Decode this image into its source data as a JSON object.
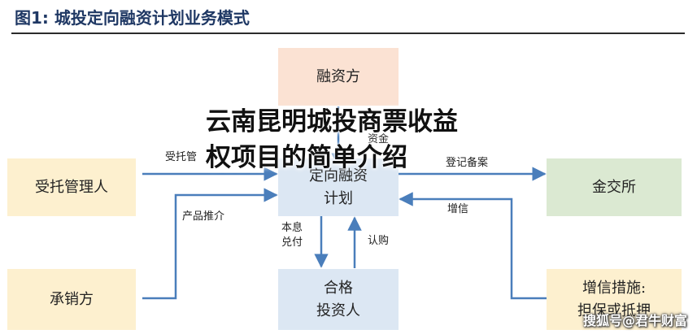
{
  "figure_title": "图1:  城投定向融资计划业务模式",
  "nodes": {
    "financier": "融资方",
    "trust_manager": "受托管理人",
    "plan_line1": "定向融资",
    "plan_line2": "计划",
    "exchange": "金交所",
    "underwriter": "承销方",
    "investor_line1": "合格",
    "investor_line2": "投资人",
    "credit_line1": "增信措施:",
    "credit_line2": "担保或抵押"
  },
  "edge_labels": {
    "funds": "资金",
    "entrusted": "受托管",
    "registration": "登记备案",
    "credit": "增信",
    "promotion": "产品推介",
    "principal_line1": "本息",
    "principal_line2": "兑付",
    "subscribe": "认购"
  },
  "overlay": {
    "line1": "云南昆明城投商票收益",
    "line2": "权项目的简单介绍"
  },
  "watermark": "搜狐号@君牛财富"
}
